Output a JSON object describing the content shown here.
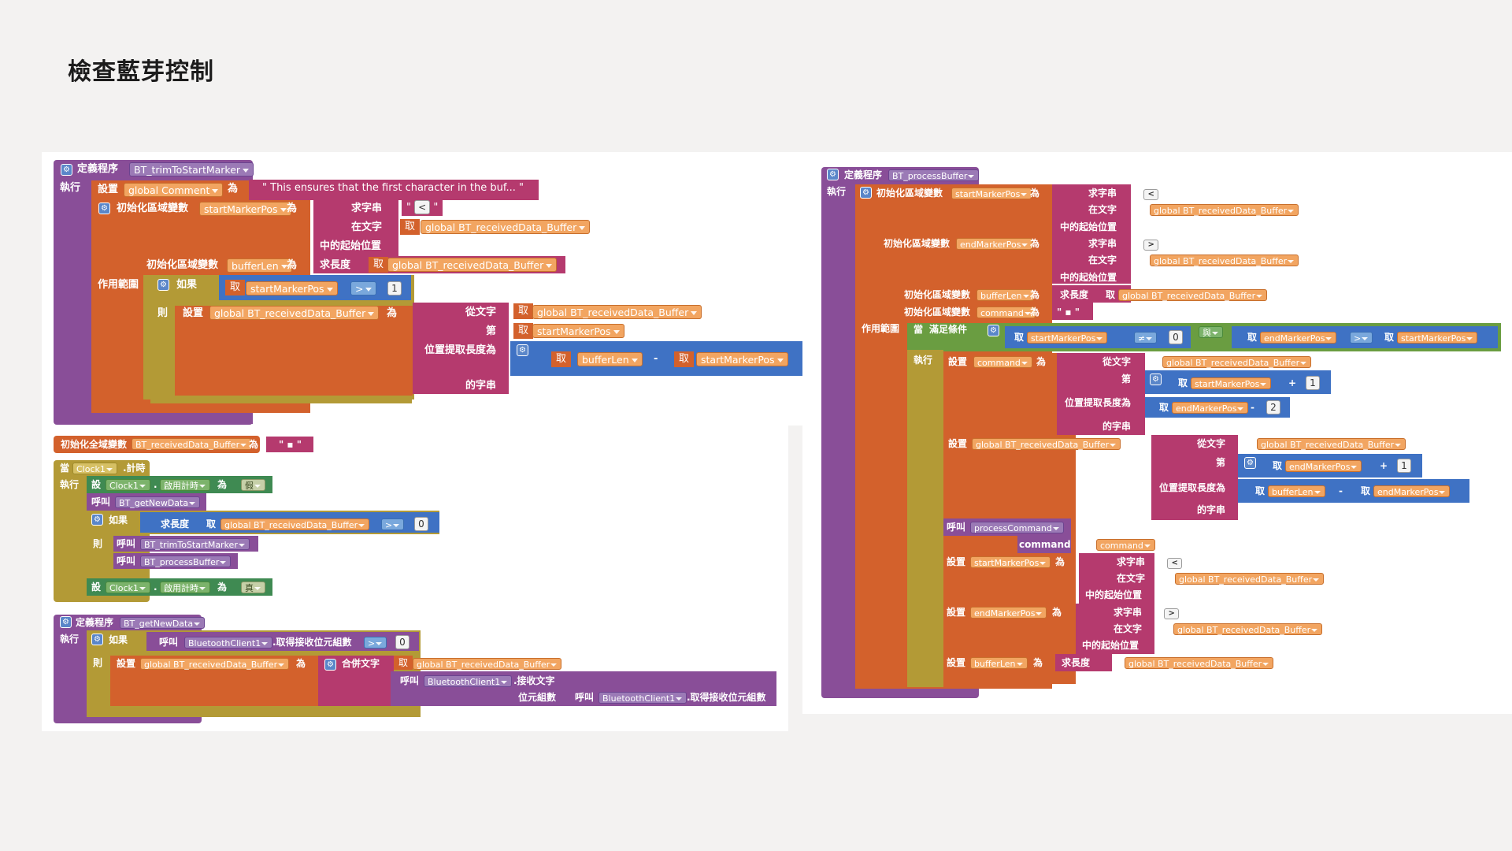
{
  "page": {
    "title": "檢查藍芽控制"
  },
  "icons": {
    "gear": "gear-icon",
    "dropdown": "chevron-down-icon"
  },
  "colors": {
    "procedure": "#894e98",
    "set_var": "#d3612c",
    "text": "#b53a6e",
    "math": "#3f72c4",
    "control": "#b39a36",
    "logic": "#6a9d41",
    "component": "#3f8a52"
  },
  "trim": {
    "define": "定義程序",
    "name": "BT_trimToStartMarker",
    "do": "執行",
    "set1": "設置",
    "comment_var": "global Comment",
    "as": "為",
    "comment_text": "This ensures that the first character in the buf...",
    "init_local": "初始化區域變數",
    "start_var": "startMarkerPos",
    "find": "求字串",
    "marker": "<",
    "in_text": "在文字",
    "get": "取",
    "buffer_var": "global BT_receivedData_Buffer",
    "start_pos": "中的起始位置",
    "buflen_var": "bufferLen",
    "length": "求長度",
    "scope": "作用範圍",
    "if": "如果",
    "gt": ">",
    "one": "1",
    "then": "則",
    "from_text": "從文字",
    "nth": "第",
    "take_len": "位置提取長度為",
    "minus": "-",
    "substring": "的字串"
  },
  "globalinit": {
    "label": "初始化全域變數",
    "name": "BT_receivedData_Buffer",
    "as": "為"
  },
  "clock": {
    "when": "當",
    "component": "Clock1",
    "event": ".計時",
    "do": "執行",
    "set": "設",
    "dot": ".",
    "timer_prop": "啟用計時",
    "as": "為",
    "false": "假",
    "call": "呼叫",
    "proc_newdata": "BT_getNewData",
    "if": "如果",
    "length": "求長度",
    "get": "取",
    "buffer": "global BT_receivedData_Buffer",
    "gt": ">",
    "zero": "0",
    "then": "則",
    "proc_trim": "BT_trimToStartMarker",
    "proc_process": "BT_processBuffer",
    "true": "真"
  },
  "getnew": {
    "define": "定義程序",
    "name": "BT_getNewData",
    "do": "執行",
    "if": "如果",
    "call": "呼叫",
    "bt": "BluetoothClient1",
    "bytes_avail": ".取得接收位元組數",
    "gt": ">",
    "zero": "0",
    "then": "則",
    "set": "設置",
    "buffer": "global BT_receivedData_Buffer",
    "as": "為",
    "join": "合併文字",
    "get": "取",
    "receive": ".接收文字",
    "num_bytes": "位元組數"
  },
  "process": {
    "define": "定義程序",
    "name": "BT_processBuffer",
    "do": "執行",
    "init_local": "初始化區域變數",
    "start_var": "startMarkerPos",
    "as": "為",
    "find": "求字串",
    "lt": "<",
    "in_text": "在文字",
    "get": "取",
    "buffer": "global BT_receivedData_Buffer",
    "start_pos": "中的起始位置",
    "end_var": "endMarkerPos",
    "gt": ">",
    "buflen_var": "bufferLen",
    "length": "求長度",
    "cmd_var": "command",
    "scope": "作用範圍",
    "while": "當",
    "cond": "滿足條件",
    "ne": "≠",
    "zero": "0",
    "and": "與",
    "exec": "執行",
    "set": "設置",
    "from_text": "從文字",
    "nth": "第",
    "plus": "+",
    "one": "1",
    "take_len": "位置提取長度為",
    "minus": "-",
    "two": "2",
    "substring": "的字串",
    "call": "呼叫",
    "proc_cmd": "processCommand",
    "param": "command"
  }
}
